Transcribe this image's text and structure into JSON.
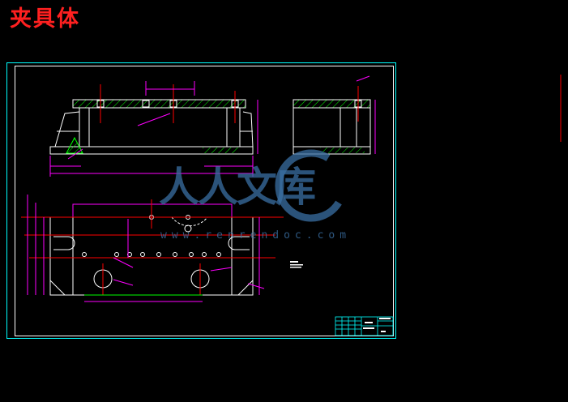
{
  "page": {
    "title": "夹具体",
    "title_color": "#ff2020"
  },
  "watermark": {
    "text": "人人文库",
    "url": "www.renrendoc.com",
    "color": "#3a6fa3",
    "logo_icon": "renrendoc-logo-icon"
  },
  "drawing": {
    "frame_color": "#00ffff",
    "outline_color": "#ffffff",
    "hatch_color": "#00ff00",
    "dimension_color": "#ff00ff",
    "centerline_color": "#ff0000"
  }
}
